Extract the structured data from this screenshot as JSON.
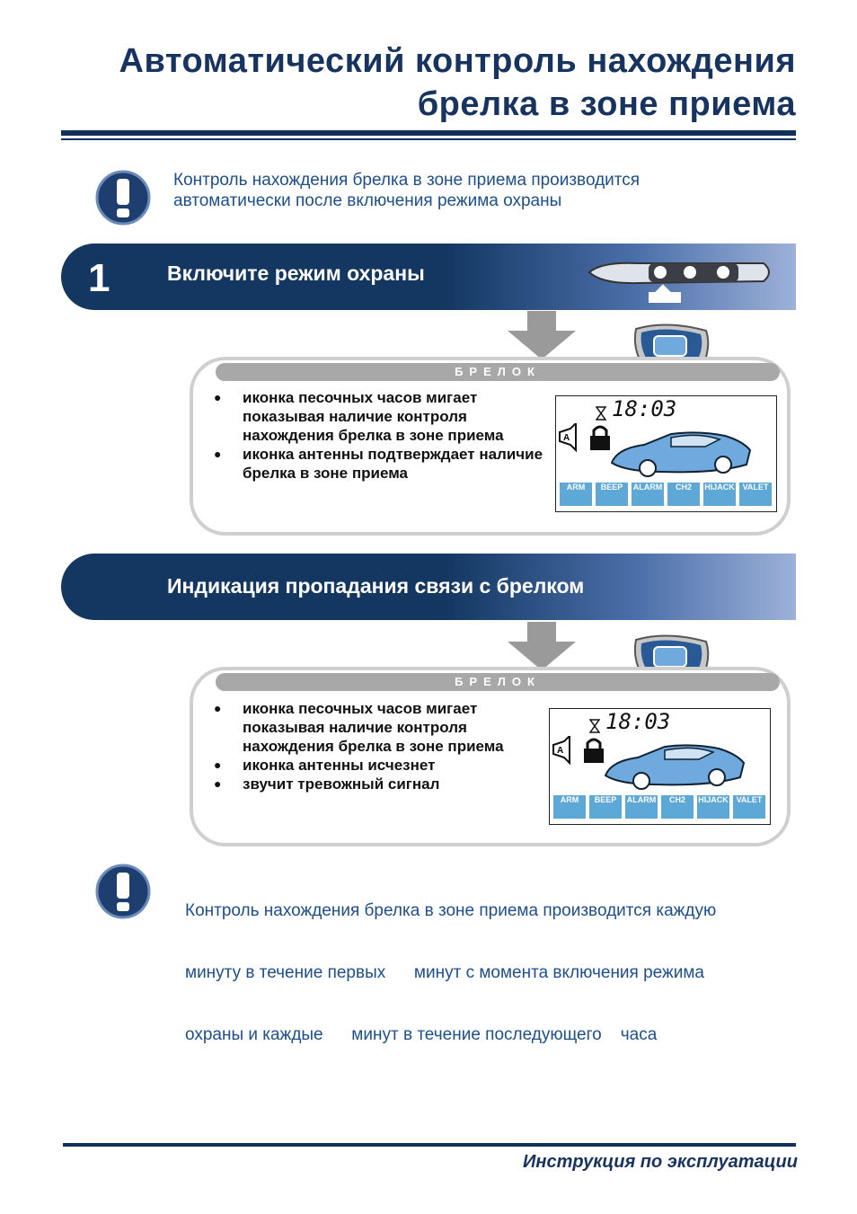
{
  "page": {
    "title_line1": "Автоматический контроль нахождения",
    "title_line2": "брелка в зоне приема"
  },
  "notes": {
    "top_line1": "Контроль нахождения брелка в зоне приема производится",
    "top_line2": "автоматически после включения режима охраны",
    "bottom_line1": "Контроль нахождения брелка в зоне приема производится каждую",
    "bottom_line2": "минуту в течение первых      минут с момента включения режима",
    "bottom_line3": "охраны и каждые      минут в течение последующего    часа"
  },
  "step1": {
    "number": "1",
    "label": "Включите режим охраны"
  },
  "section2": {
    "label": "Индикация пропадания связи с брелком"
  },
  "panel1": {
    "label": "БРЕЛОК",
    "bullets": [
      "иконка песочных часов мигает показывая наличие контроля нахождения брелка в зоне приема",
      "иконка антенны подтверждает наличие брелка в зоне приема"
    ]
  },
  "panel2": {
    "label": "БРЕЛОК",
    "bullets": [
      "иконка песочных часов мигает показывая наличие контроля нахождения брелка в зоне приема",
      "иконка антенны исчезнет",
      "звучит    тревожный сигнал"
    ]
  },
  "lcd": {
    "time": "18:03",
    "buttons": [
      "ARM",
      "BEEP",
      "ALARM",
      "CH2",
      "HIJACK",
      "VALET"
    ]
  },
  "footer": {
    "text": "Инструкция по эксплуатации"
  },
  "colors": {
    "brand_navy": "#13305c",
    "note_blue": "#1d4f8c",
    "lcd_blue": "#5ea8d8"
  }
}
